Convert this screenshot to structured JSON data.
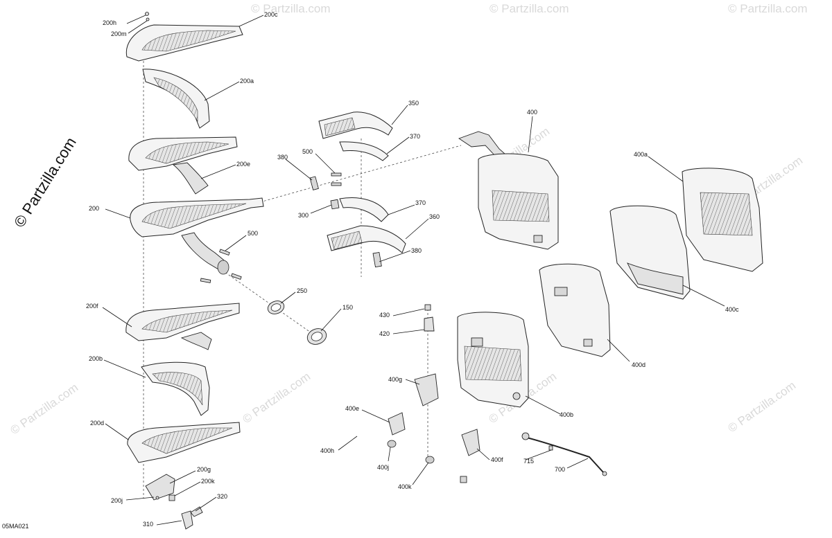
{
  "brand": "© Partzilla.com",
  "watermark": "© Partzilla.com",
  "diagram_code": "05MA021",
  "callouts": {
    "c200h": "200h",
    "c200m": "200m",
    "c200c": "200c",
    "c200a": "200a",
    "c200e": "200e",
    "c200": "200",
    "c500a": "500",
    "c500b": "500",
    "c250": "250",
    "c150": "150",
    "c200f": "200f",
    "c200b": "200b",
    "c200d": "200d",
    "c200g": "200g",
    "c200k": "200k",
    "c200j": "200j",
    "c320": "320",
    "c310": "310",
    "c350": "350",
    "c370a": "370",
    "c380a": "380",
    "c300": "300",
    "c370b": "370",
    "c360": "360",
    "c380b": "380",
    "c400": "400",
    "c400a": "400a",
    "c400c": "400c",
    "c400d": "400d",
    "c400b": "400b",
    "c430": "430",
    "c420": "420",
    "c400g": "400g",
    "c400e": "400e",
    "c400h": "400h",
    "c400j": "400j",
    "c400k": "400k",
    "c400f": "400f",
    "c715": "715",
    "c700": "700"
  }
}
